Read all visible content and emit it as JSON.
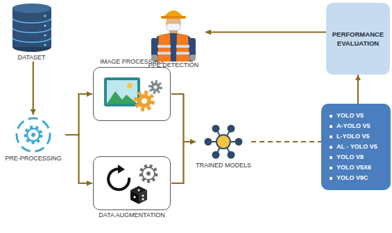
{
  "diagram": {
    "nodes": [
      {
        "text": [
          "DATASET"
        ]
      },
      {
        "text": [
          "PRE-PROCESSING"
        ]
      },
      {
        "text": [
          "IMAGE PROCESSING"
        ]
      },
      {
        "text": [
          "DATA AUGMENTATION"
        ]
      },
      {
        "text": [
          "TRAINED MODELS"
        ]
      },
      {
        "text": [
          "YOLO V5",
          "A-YOLO V5",
          "L-YOLO V5",
          "AL - YOLO V5",
          "YOLO V8",
          "YOLO V5X6",
          "YOLO V9C"
        ]
      },
      {
        "text": [
          "PERFORMANCE EVALUATION"
        ]
      },
      {
        "text": [
          "PPE DETECTION"
        ]
      }
    ],
    "edges": [
      {
        "from": 0,
        "to": 1,
        "arrow": "to"
      },
      {
        "from": 1,
        "to": 2,
        "arrow": "to"
      },
      {
        "from": 1,
        "to": 3,
        "arrow": "to"
      },
      {
        "from": 2,
        "to": 4,
        "arrow": "to"
      },
      {
        "from": 3,
        "to": 4,
        "arrow": "to"
      },
      {
        "from": 4,
        "to": 5,
        "arrow": "none"
      },
      {
        "from": 5,
        "to": 6,
        "arrow": "to"
      },
      {
        "from": 6,
        "to": 7,
        "arrow": "to"
      }
    ]
  }
}
